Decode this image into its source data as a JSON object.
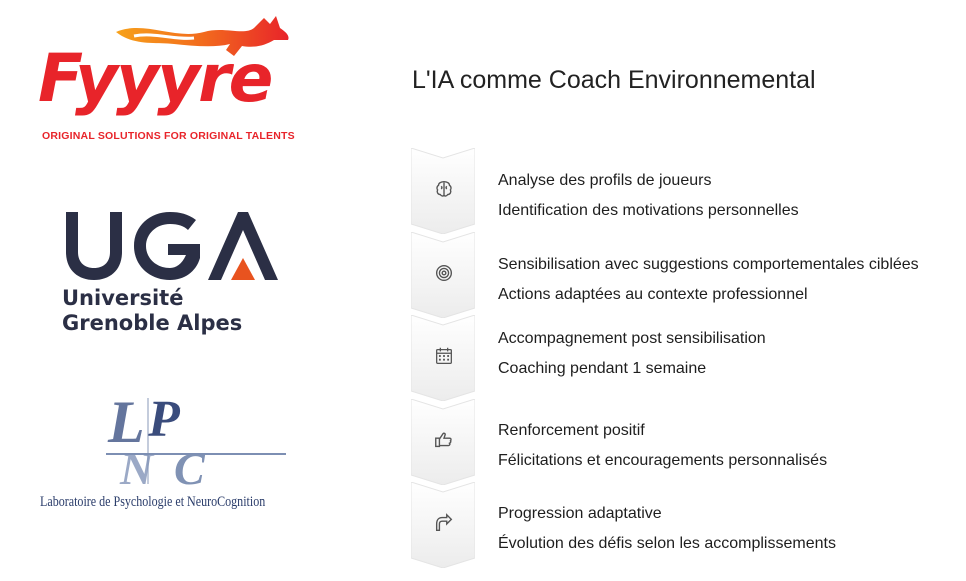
{
  "logos": {
    "fyyyre": {
      "wordmark": "Fyyyre",
      "tagline": "ORIGINAL SOLUTIONS FOR ORIGINAL TALENTS",
      "color": "#e8242a"
    },
    "uga": {
      "letters": "UGA",
      "name_line1": "Université",
      "name_line2": "Grenoble Alpes",
      "color": "#2b2f45",
      "accent": "#e8531f"
    },
    "lpnc": {
      "letters": "LPNC",
      "caption": "Laboratoire de Psychologie et NeuroCognition",
      "color": "#2a3c6a"
    }
  },
  "title": "L'IA comme Coach Environnemental",
  "steps": [
    {
      "icon": "brain-icon",
      "line1": "Analyse des profils de joueurs",
      "line2": "Identification des motivations personnelles"
    },
    {
      "icon": "target-icon",
      "line1": "Sensibilisation avec suggestions comportementales ciblées",
      "line2": "Actions adaptées au contexte professionnel"
    },
    {
      "icon": "calendar-icon",
      "line1": "Accompagnement post sensibilisation",
      "line2": "Coaching pendant 1 semaine"
    },
    {
      "icon": "thumbs-up-icon",
      "line1": "Renforcement positif",
      "line2": "Félicitations et encouragements personnalisés"
    },
    {
      "icon": "arrow-up-icon",
      "line1": "Progression adaptative",
      "line2": "Évolution des défis selon les accomplissements"
    }
  ]
}
